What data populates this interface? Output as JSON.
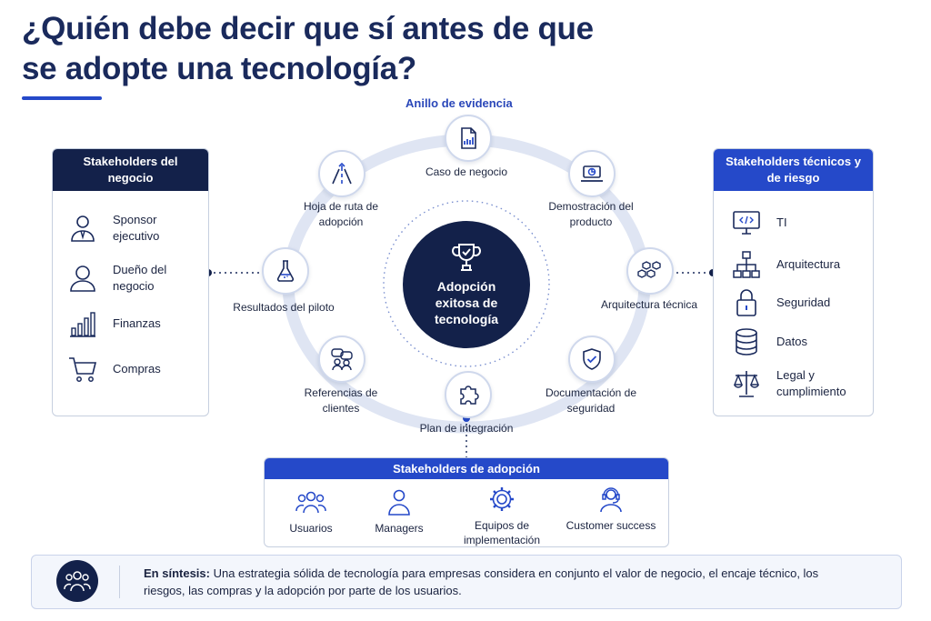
{
  "title": {
    "line1": "¿Quién debe decir que sí antes de que",
    "line2": "se adopte una tecnología?"
  },
  "ring": {
    "label": "Anillo de evidencia",
    "center_label": "Adopción exitosa de tecnología",
    "center_icon": "trophy-icon",
    "nodes": [
      {
        "label": "Caso de negocio",
        "icon": "document-chart-icon"
      },
      {
        "label": "Demostración del producto",
        "icon": "laptop-chart-icon"
      },
      {
        "label": "Arquitectura técnica",
        "icon": "cubes-icon"
      },
      {
        "label": "Documentación de seguridad",
        "icon": "shield-check-icon"
      },
      {
        "label": "Plan de integración",
        "icon": "puzzle-icon"
      },
      {
        "label": "Referencias de clientes",
        "icon": "chat-people-icon"
      },
      {
        "label": "Resultados del piloto",
        "icon": "flask-icon"
      },
      {
        "label": "Hoja de ruta de adopción",
        "icon": "road-icon"
      }
    ]
  },
  "business": {
    "title": "Stakeholders del negocio",
    "items": [
      {
        "label": "Sponsor ejecutivo",
        "icon": "executive-icon"
      },
      {
        "label": "Dueño del negocio",
        "icon": "user-icon"
      },
      {
        "label": "Finanzas",
        "icon": "bar-chart-icon"
      },
      {
        "label": "Compras",
        "icon": "cart-icon"
      }
    ]
  },
  "technical": {
    "title": "Stakeholders técnicos y de riesgo",
    "items": [
      {
        "label": "TI",
        "icon": "monitor-code-icon"
      },
      {
        "label": "Arquitectura",
        "icon": "hierarchy-icon"
      },
      {
        "label": "Seguridad",
        "icon": "lock-icon"
      },
      {
        "label": "Datos",
        "icon": "database-icon"
      },
      {
        "label": "Legal y cumplimiento",
        "icon": "scales-icon"
      }
    ]
  },
  "adoption": {
    "title": "Stakeholders de adopción",
    "items": [
      {
        "label": "Usuarios",
        "icon": "users-icon"
      },
      {
        "label": "Managers",
        "icon": "manager-icon"
      },
      {
        "label": "Equipos de implementación",
        "icon": "gear-icon"
      },
      {
        "label": "Customer success",
        "icon": "headset-icon"
      }
    ]
  },
  "summary": {
    "lead": "En síntesis:",
    "text": " Una estrategia sólida de tecnología para empresas considera en conjunto el valor de negocio, el encaje técnico, los riesgos, las compras y la adopción por parte de los usuarios.",
    "icon": "team-icon"
  },
  "colors": {
    "navy": "#13214a",
    "blue": "#2549c9",
    "ring": "#dfe5f3"
  }
}
